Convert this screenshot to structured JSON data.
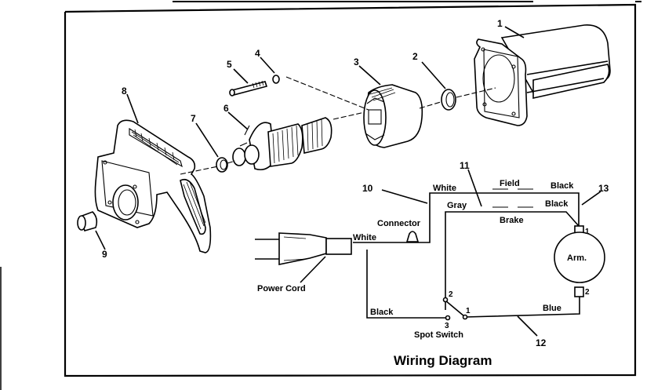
{
  "header": {
    "cut_off_text": ""
  },
  "exploded_view": {
    "callouts": [
      {
        "id": "callout-1",
        "text": "1"
      },
      {
        "id": "callout-2",
        "text": "2"
      },
      {
        "id": "callout-3",
        "text": "3"
      },
      {
        "id": "callout-4",
        "text": "4"
      },
      {
        "id": "callout-5",
        "text": "5"
      },
      {
        "id": "callout-6",
        "text": "6"
      },
      {
        "id": "callout-7",
        "text": "7"
      },
      {
        "id": "callout-8",
        "text": "8"
      },
      {
        "id": "callout-9",
        "text": "9"
      }
    ],
    "parts": [
      "motor-housing",
      "bearing",
      "field-stator",
      "washer",
      "screw",
      "armature-fan",
      "bearing-front",
      "blower-housing",
      "nozzle-cap"
    ]
  },
  "wiring_diagram": {
    "title": "Wiring Diagram",
    "callouts": {
      "c10": "10",
      "c11": "11",
      "c12": "12",
      "c13": "13"
    },
    "wires": {
      "white_top": "White",
      "white_cord": "White",
      "gray": "Gray",
      "black_top": "Black",
      "black_mid": "Black",
      "black_bottom": "Black",
      "blue": "Blue"
    },
    "components": {
      "field": "Field",
      "brake": "Brake",
      "connector": "Connector",
      "power_cord": "Power Cord",
      "armature": "Arm.",
      "switch": "Spot Switch"
    },
    "terminals": {
      "arm_top": "1",
      "arm_bottom": "2",
      "switch_1": "1",
      "switch_2": "2",
      "switch_3": "3"
    }
  }
}
